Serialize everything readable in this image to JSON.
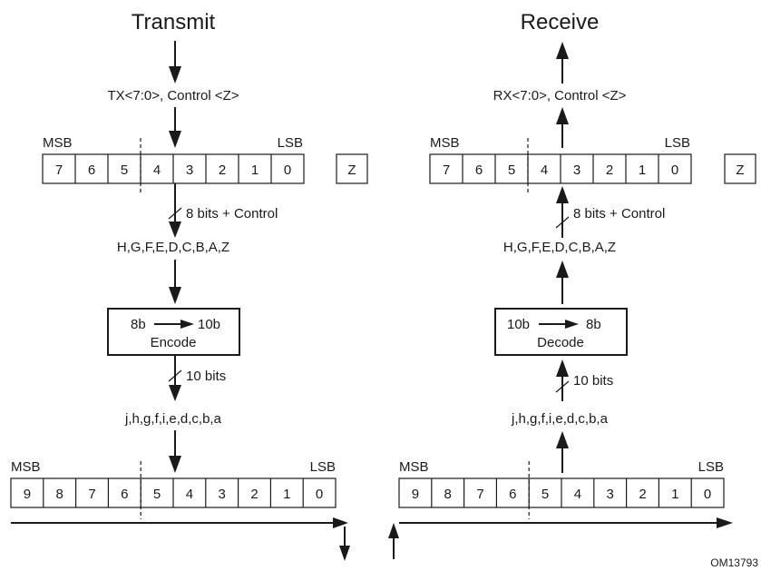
{
  "transmit": {
    "title": "Transmit",
    "input_label": "TX<7:0>, Control <Z>",
    "msb": "MSB",
    "lsb": "LSB",
    "byte_cells": [
      "7",
      "6",
      "5",
      "4",
      "3",
      "2",
      "1",
      "0"
    ],
    "control_cell": "Z",
    "bus_label": "8 bits + Control",
    "letters": "H,G,F,E,D,C,B,A,Z",
    "encoder": {
      "line1_left": "8b",
      "line1_right": "10b",
      "line2": "Encode"
    },
    "bus10_label": "10 bits",
    "code_letters": "j,h,g,f,i,e,d,c,b,a",
    "code_msb": "MSB",
    "code_lsb": "LSB",
    "code_cells": [
      "9",
      "8",
      "7",
      "6",
      "5",
      "4",
      "3",
      "2",
      "1",
      "0"
    ]
  },
  "receive": {
    "title": "Receive",
    "output_label": "RX<7:0>, Control <Z>",
    "msb": "MSB",
    "lsb": "LSB",
    "byte_cells": [
      "7",
      "6",
      "5",
      "4",
      "3",
      "2",
      "1",
      "0"
    ],
    "control_cell": "Z",
    "bus_label": "8 bits + Control",
    "letters": "H,G,F,E,D,C,B,A,Z",
    "decoder": {
      "line1_left": "10b",
      "line1_right": "8b",
      "line2": "Decode"
    },
    "bus10_label": "10 bits",
    "code_letters": "j,h,g,f,i,e,d,c,b,a",
    "code_msb": "MSB",
    "code_lsb": "LSB",
    "code_cells": [
      "9",
      "8",
      "7",
      "6",
      "5",
      "4",
      "3",
      "2",
      "1",
      "0"
    ]
  },
  "figure_id": "OM13793"
}
